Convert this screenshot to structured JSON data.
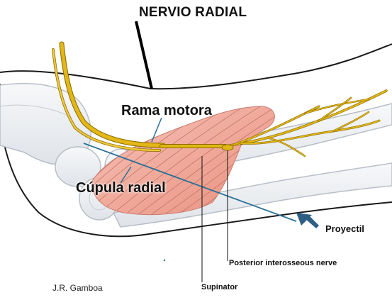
{
  "labels": {
    "title": "NERVIO RADIAL",
    "rama_motora": "Rama motora",
    "cupula_radial": "Cúpula radial",
    "proyectil": "Proyectil",
    "posterior_interosseous": "Posterior interosseous nerve",
    "supinator": "Supinator"
  },
  "credit": "J.R. Gamboa",
  "colors": {
    "bone_fill": "#eef0f3",
    "bone_outline": "#b8bec6",
    "limb_outline": "#1a1a1a",
    "nerve": "#e2b716",
    "nerve_outline": "#8a6a00",
    "muscle": "#f0a89a",
    "muscle_stripe": "#b96a5c",
    "trajectory": "#2a6f98",
    "arrow": "#2d5f85"
  },
  "icons": {
    "projectile": "arrow-left-icon"
  }
}
